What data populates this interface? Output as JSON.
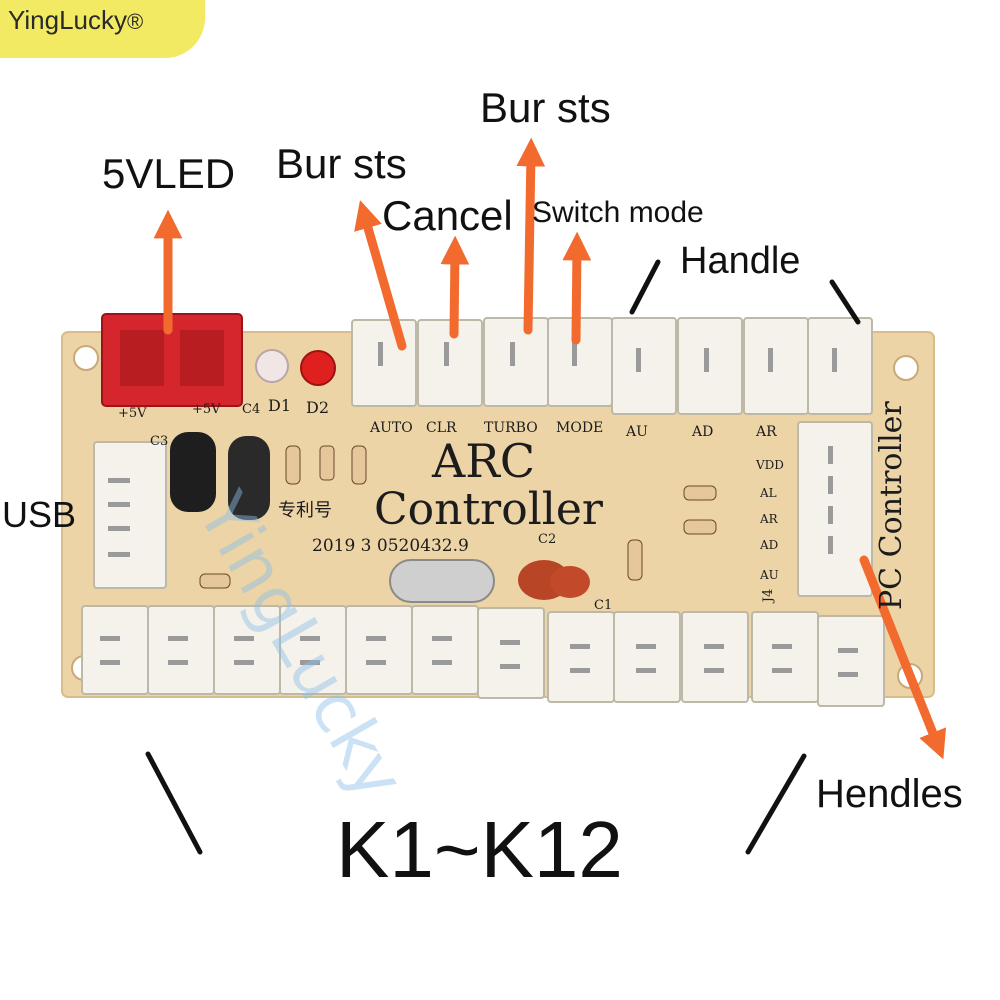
{
  "brand": {
    "name": "YingLucky",
    "mark": "®"
  },
  "callouts": {
    "led": "5VLED",
    "burst_left": "Bur sts",
    "burst_top": "Bur sts",
    "cancel": "Cancel",
    "switch_mode": "Switch mode",
    "handle": "Handle",
    "usb": "USB",
    "handles": "Hendles",
    "keys": "K1~K12"
  },
  "board": {
    "title": "ARC",
    "subtitle": "Controller",
    "side_text": "PC Controller",
    "patent": "专利号",
    "patent_number": "2019 3 0520432.9",
    "connector_labels": [
      "AUTO",
      "CLR",
      "TURBO",
      "MODE",
      "AU",
      "AD",
      "AR"
    ],
    "side_labels": [
      "VDD",
      "AL",
      "AR",
      "AD",
      "AU"
    ],
    "j4": "J4",
    "leds": [
      "D1",
      "D2"
    ],
    "power": [
      "+5V",
      "+5V"
    ],
    "parts": [
      "C4",
      "C3",
      "C2",
      "C1"
    ],
    "watermark": "YingLucky"
  },
  "colors": {
    "board": "#ecd4a6",
    "arrow": "#f26a2e",
    "connector": "#f4f2ea",
    "red_connector": "#d6262d"
  }
}
